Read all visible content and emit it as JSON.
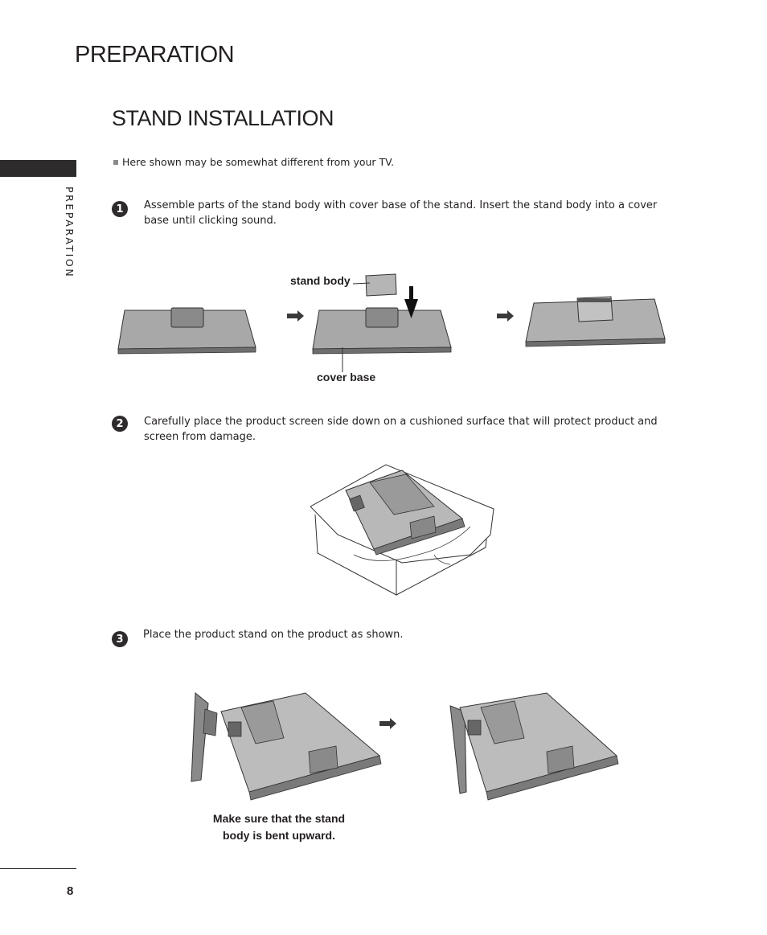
{
  "header": {
    "title": "PREPARATION"
  },
  "sidebar": {
    "label": "PREPARATION"
  },
  "section": {
    "title": "STAND INSTALLATION"
  },
  "note": {
    "text": "Here shown may be somewhat different from your TV."
  },
  "steps": [
    {
      "number": "1",
      "text": "Assemble parts of the stand body with cover base of the stand. Insert the stand body into a cover base until clicking sound."
    },
    {
      "number": "2",
      "text": "Carefully place the product screen side down on a cushioned surface that will protect product and screen from damage."
    },
    {
      "number": "3",
      "text": "Place the product stand on the product as shown."
    }
  ],
  "figure1": {
    "stand_body_label": "stand body",
    "cover_base_label": "cover base"
  },
  "figure3": {
    "caption": "Make sure that the stand body is bent upward."
  },
  "footer": {
    "page_number": "8"
  },
  "icons": [
    "arrow-right-icon",
    "arrow-down-icon",
    "bullet-square-icon"
  ]
}
